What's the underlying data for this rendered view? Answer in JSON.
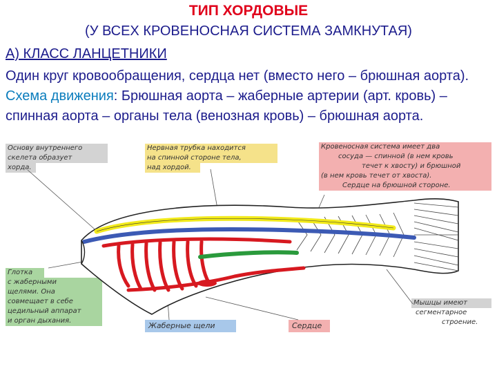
{
  "header": {
    "title": "ТИП ХОРДОВЫЕ",
    "subtitle": "(У ВСЕХ КРОВЕНОСНАЯ СИСТЕМА ЗАМКНУТАЯ)",
    "class_heading": "А) КЛАСС ЛАНЦЕТНИКИ"
  },
  "paragraph": {
    "part1": "Один круг кровообращения, сердца нет (вместо него – брюшная аорта). ",
    "scheme_label": "Схема движения",
    "part2": ": Брюшная аорта – жаберные артерии (арт. кровь) – спинная аорта – органы тела (венозная кровь) – брюшная аорта."
  },
  "labels": {
    "chord_l1": "Основу внутреннего",
    "chord_l2": "скелета образует",
    "chord_l3": "хорда.",
    "nerve_l1": "Нервная трубка находится",
    "nerve_l2": "на спинной стороне тела,",
    "nerve_l3": "над хордой.",
    "blood_l1": "Кровеносная система имеет два",
    "blood_l2": "сосуда — спинной (в нем кровь",
    "blood_l3": "течет к хвосту) и брюшной",
    "blood_l4": "(в нем кровь течет от хвоста).",
    "blood_l5": "Сердце на брюшной стороне.",
    "pharynx_l1": "Глотка",
    "pharynx_l2": "с жаберными",
    "pharynx_l3": "щелями. Она",
    "pharynx_l4": "совмещает в себе",
    "pharynx_l5": "цедильный аппарат",
    "pharynx_l6": "и орган дыхания.",
    "gill_slits": "Жаберные щели",
    "heart": "Сердце",
    "muscles_l1": "Мышцы имеют",
    "muscles_l2": "сегментарное",
    "muscles_l3": "строение."
  },
  "colors": {
    "title_red": "#e0001b",
    "text_navy": "#1c1c8c",
    "chord_highlight": "#d3d3d3",
    "nerve_highlight": "#f5e28a",
    "blood_highlight": "#f3b0b0",
    "pharynx_highlight": "#a9d5a0",
    "gill_highlight": "#a8c8ea",
    "heart_highlight": "#f3b0b0",
    "muscle_highlight": "#d3d3d3",
    "vessel_red": "#d71920",
    "nerve_yellow": "#f2ea1a",
    "chord_blue": "#3c5ab4",
    "gut_green": "#2a9a3c"
  }
}
